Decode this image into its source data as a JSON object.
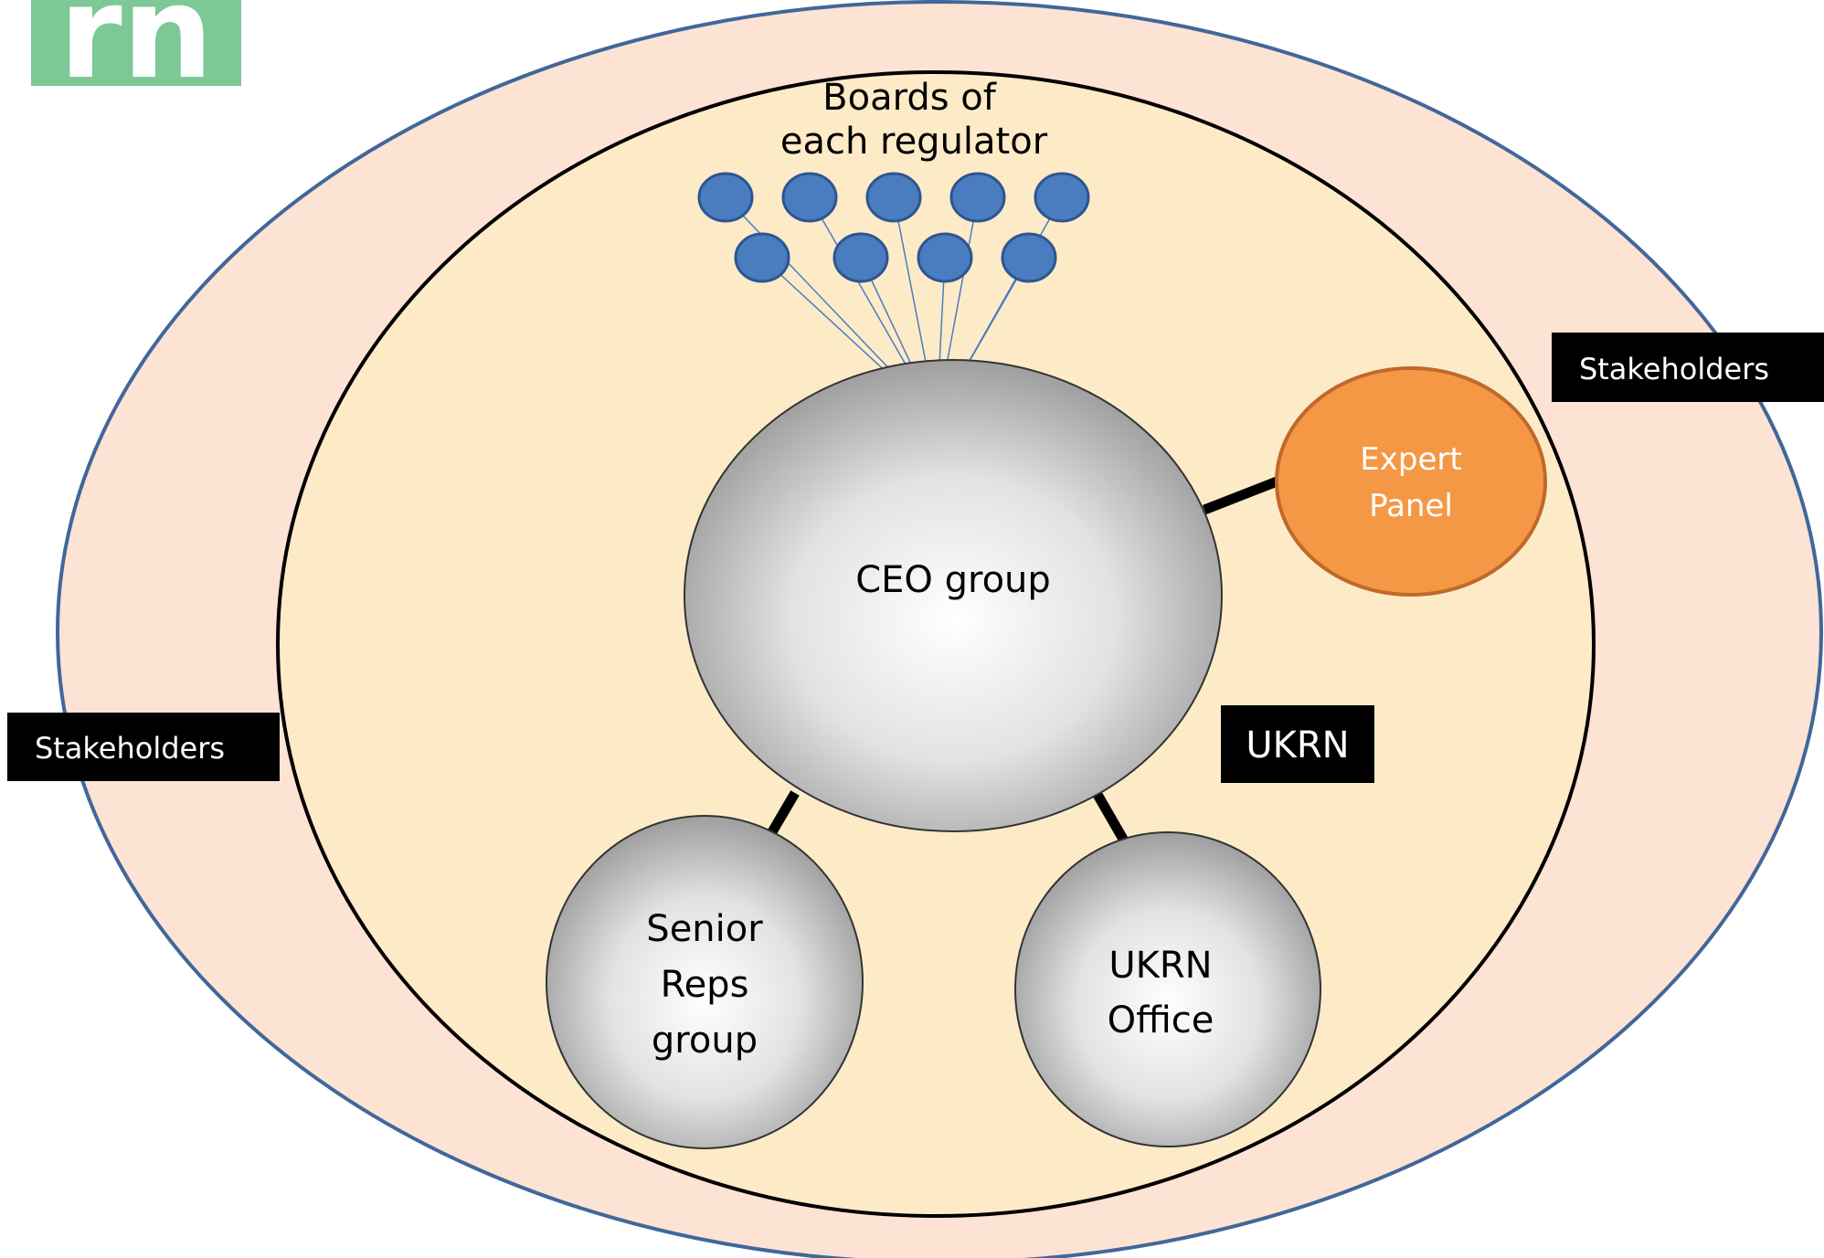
{
  "logo": {
    "text": "rn",
    "color": "#7dc896"
  },
  "colors": {
    "outer_fill": "#fce3d4",
    "outer_stroke": "#41679a",
    "inner_fill": "#fdebc8",
    "inner_stroke": "#000000",
    "board_fill": "#4a7cc0",
    "board_stroke": "#2d5690",
    "expert_fill": "#f59846",
    "expert_stroke": "#c0692a",
    "label_box": "#000000"
  },
  "boards": {
    "title_line1": "Boards of",
    "title_line2": "each regulator"
  },
  "ceo_group": {
    "label": "CEO group"
  },
  "expert_panel": {
    "line1": "Expert",
    "line2": "Panel"
  },
  "senior_reps": {
    "line1": "Senior",
    "line2": "Reps",
    "line3": "group"
  },
  "ukrn_office": {
    "line1": "UKRN",
    "line2": "Office"
  },
  "ukrn_label": "UKRN",
  "stakeholders_right": "Stakeholders",
  "stakeholders_left": "Stakeholders"
}
